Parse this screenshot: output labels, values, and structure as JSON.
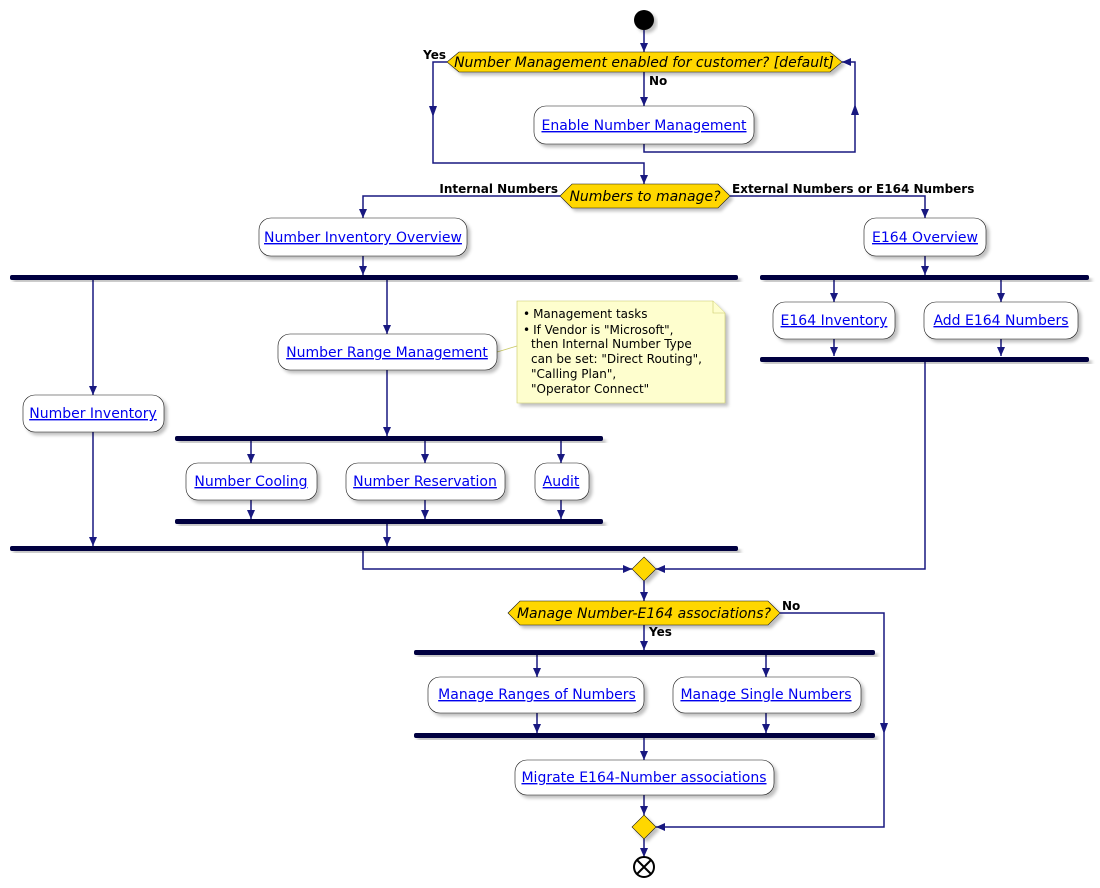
{
  "decisions": {
    "nm_enabled": {
      "question": "Number Management enabled for customer? [default]",
      "yes": "Yes",
      "no": "No"
    },
    "numbers_to_manage": {
      "question": "Numbers to manage?",
      "left": "Internal Numbers",
      "right": "External Numbers or E164 Numbers"
    },
    "manage_assoc": {
      "question": "Manage Number-E164 associations?",
      "no": "No",
      "yes": "Yes"
    }
  },
  "activities": {
    "enable_nm": "Enable Number Management",
    "inventory_overview": "Number Inventory Overview",
    "e164_overview": "E164 Overview",
    "e164_inventory": "E164 Inventory",
    "add_e164": "Add E164 Numbers",
    "number_inventory": "Number Inventory",
    "range_management": "Number Range Management",
    "cooling": "Number Cooling",
    "reservation": "Number Reservation",
    "audit": "Audit",
    "ranges": "Manage Ranges of Numbers",
    "single": "Manage Single Numbers",
    "migrate": "Migrate E164-Number associations"
  },
  "note": {
    "bullet1": "Management tasks",
    "bullet2_line1": "If Vendor is \"Microsoft\",",
    "bullet2_line2": "then Internal Number Type",
    "bullet2_line3": "can be set: \"Direct Routing\",",
    "bullet2_line4": "\"Calling Plan\",",
    "bullet2_line5": "\"Operator Connect\""
  },
  "colors": {
    "decision": "#FFD700",
    "activity": "#FFFFFF",
    "fork_bar": "#000040",
    "edge": "#181880",
    "link": "#0000EE",
    "note": "#FEFECE"
  }
}
